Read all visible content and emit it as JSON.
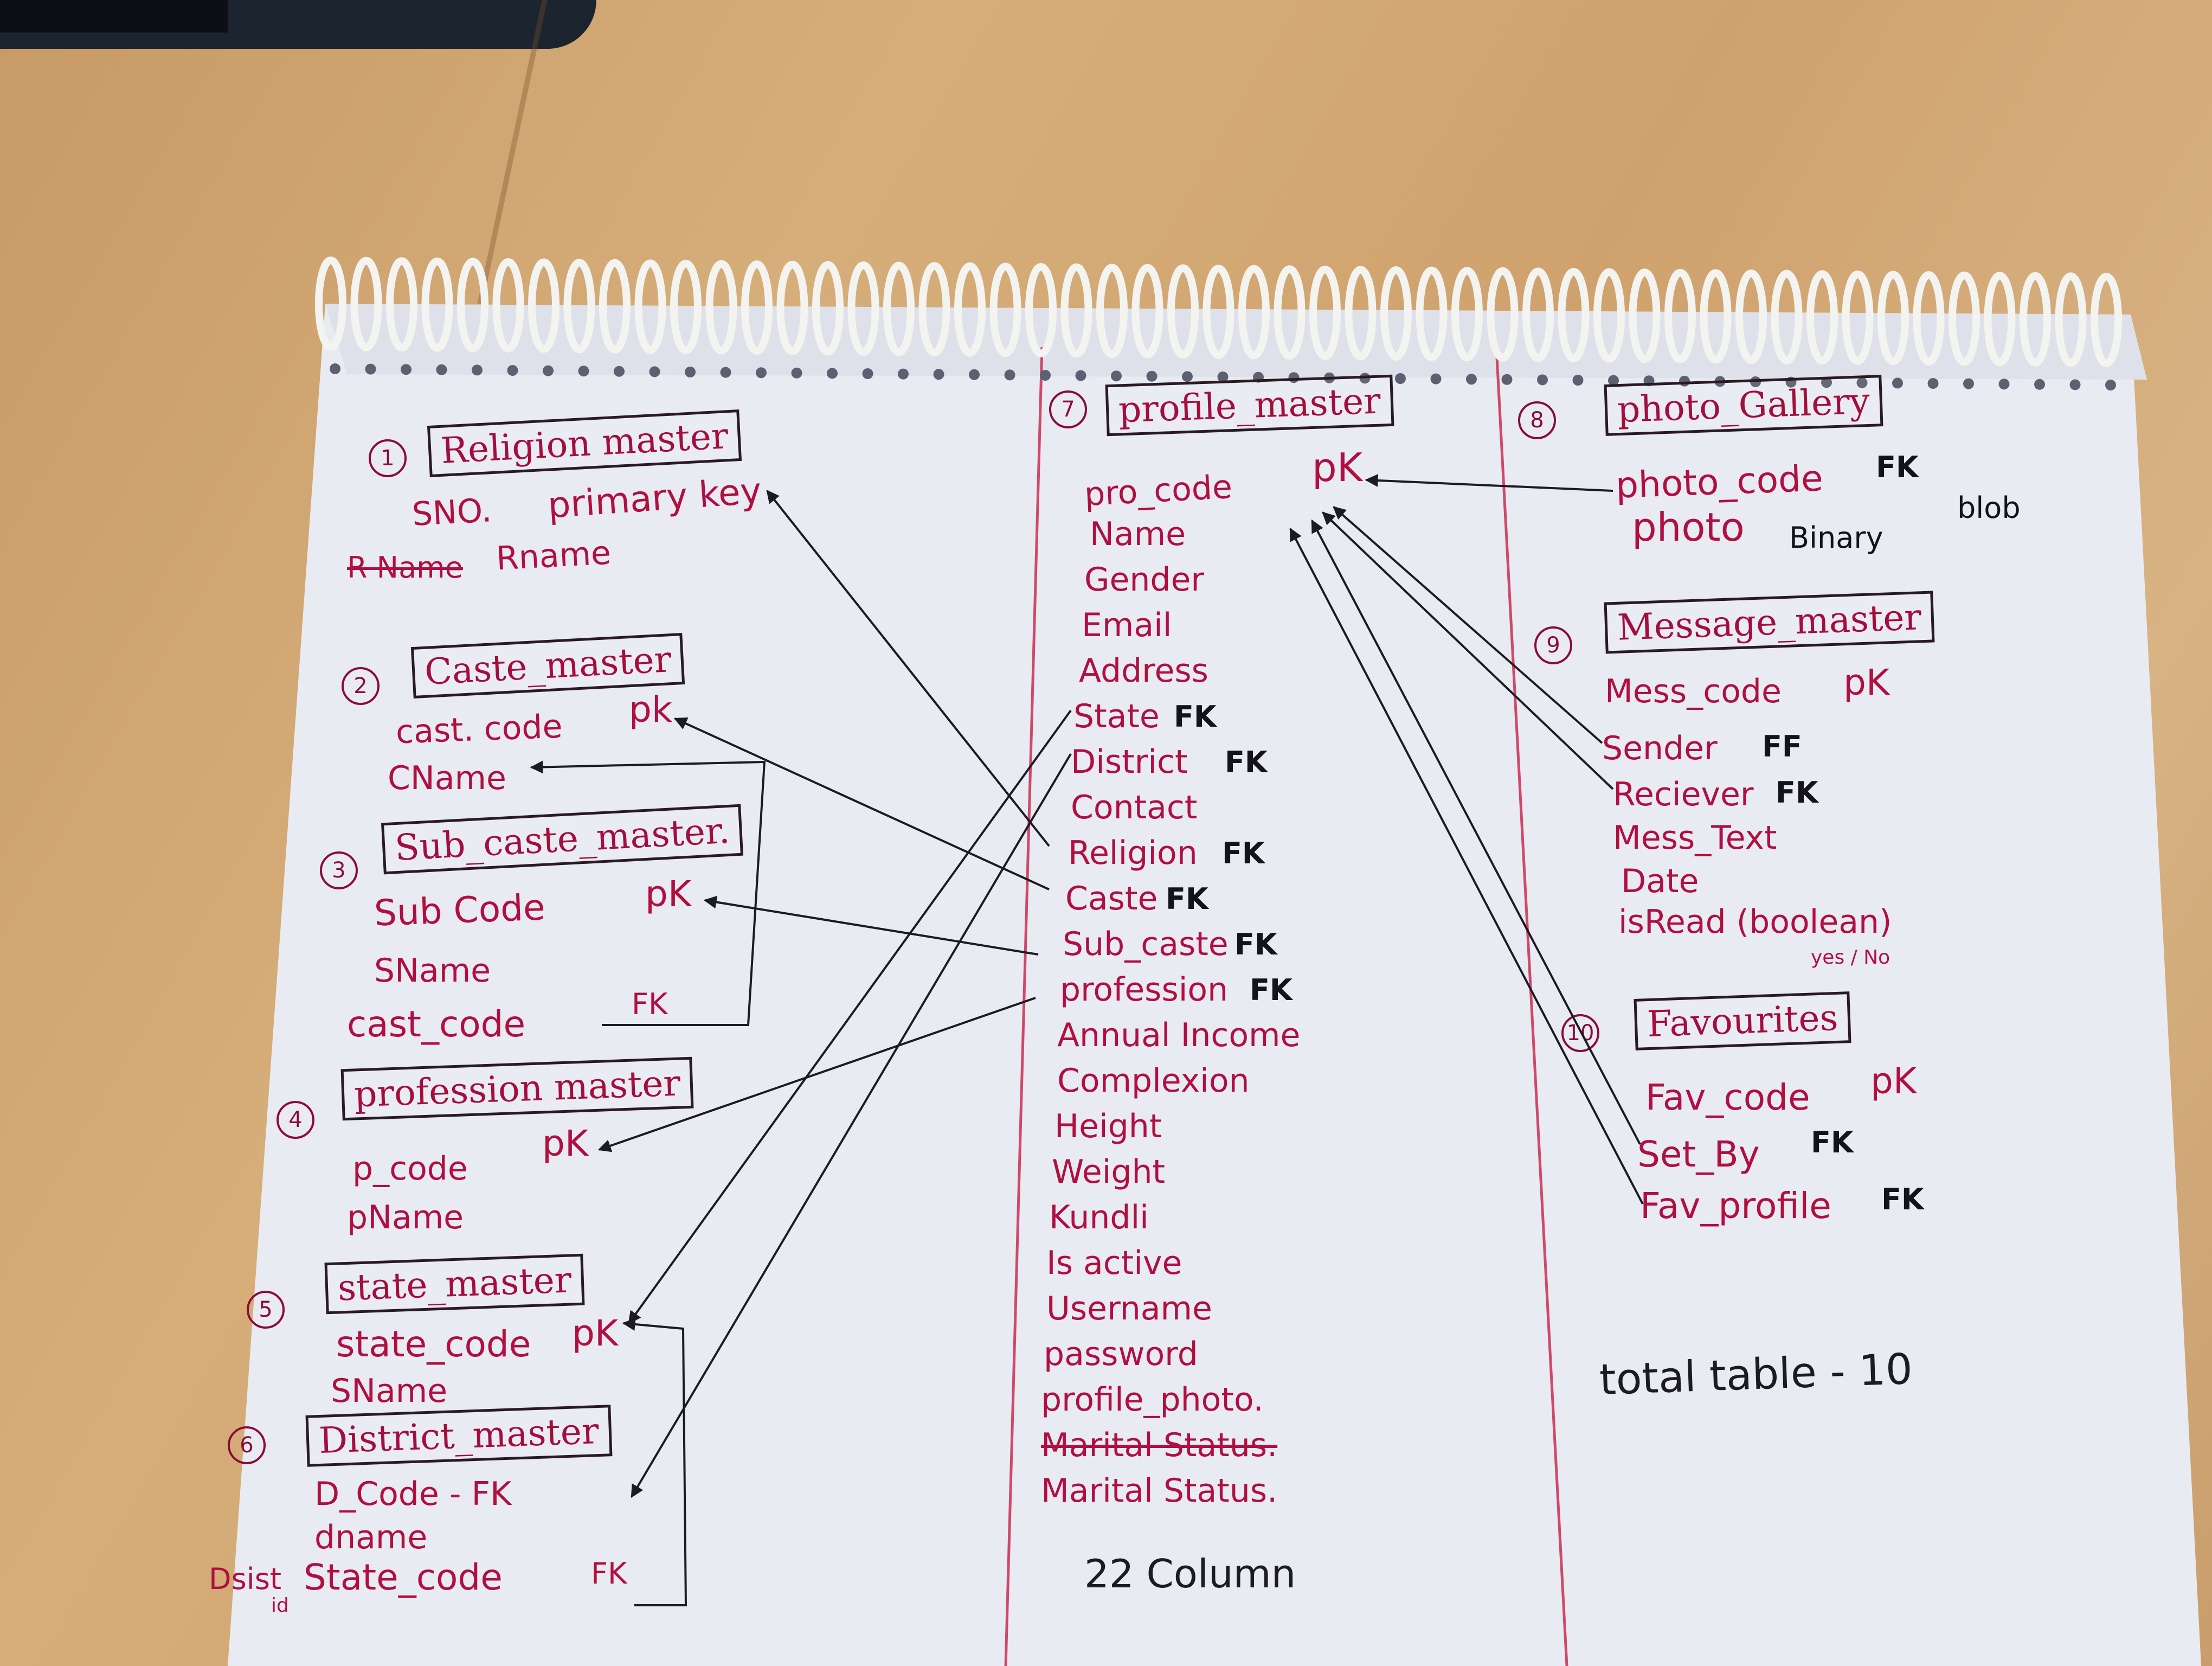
{
  "col_left": {
    "t1": {
      "num": "1",
      "title": "Religion master",
      "fields": [
        {
          "name": "SNO.",
          "key": "primary key"
        },
        {
          "name": "Rname",
          "struck": "R Name"
        }
      ]
    },
    "t2": {
      "num": "2",
      "title": "Caste_master",
      "fields": [
        {
          "name": "cast. code",
          "key": "pk"
        },
        {
          "name": "CName"
        }
      ]
    },
    "t3": {
      "num": "3",
      "title": "Sub_caste_master.",
      "fields": [
        {
          "name": "Sub Code",
          "key": "pK"
        },
        {
          "name": "SName"
        },
        {
          "name": "cast_code",
          "key": "FK"
        }
      ]
    },
    "t4": {
      "num": "4",
      "title": "profession master",
      "fields": [
        {
          "name": "p_code",
          "key": "pK"
        },
        {
          "name": "pName"
        }
      ]
    },
    "t5": {
      "num": "5",
      "title": "state_master",
      "fields": [
        {
          "name": "state_code",
          "key": "pK"
        },
        {
          "name": "SName"
        }
      ]
    },
    "t6": {
      "num": "6",
      "title": "District_master",
      "fields": [
        {
          "name": "D_Code - FK"
        },
        {
          "name": "dname"
        },
        {
          "name": "State_code",
          "key": "FK",
          "prefix": "Dsist",
          "note": "id"
        }
      ]
    }
  },
  "col_mid": {
    "t7": {
      "num": "7",
      "title": "profile_master",
      "fields": [
        {
          "name": "pro_code",
          "key": "pK"
        },
        {
          "name": "Name"
        },
        {
          "name": "Gender"
        },
        {
          "name": "Email"
        },
        {
          "name": "Address"
        },
        {
          "name": "State",
          "key": "FK"
        },
        {
          "name": "District",
          "key": "FK"
        },
        {
          "name": "Contact"
        },
        {
          "name": "Religion",
          "key": "FK"
        },
        {
          "name": "Caste",
          "key": "FK"
        },
        {
          "name": "Sub_caste",
          "key": "FK"
        },
        {
          "name": "profession",
          "key": "FK"
        },
        {
          "name": "Annual Income"
        },
        {
          "name": "Complexion"
        },
        {
          "name": "Height"
        },
        {
          "name": "Weight"
        },
        {
          "name": "Kundli"
        },
        {
          "name": "Is active"
        },
        {
          "name": "Username"
        },
        {
          "name": "password"
        },
        {
          "name": "profile_photo."
        },
        {
          "name": "Marital Status."
        },
        {
          "name": "Marital Status."
        }
      ],
      "footer": "22 Column"
    }
  },
  "col_right": {
    "t8": {
      "num": "8",
      "title": "photo_Gallery",
      "fields": [
        {
          "name": "photo_code",
          "key": "FK"
        },
        {
          "name": "photo",
          "type": "Binary",
          "note": "blob"
        }
      ]
    },
    "t9": {
      "num": "9",
      "title": "Message_master",
      "fields": [
        {
          "name": "Mess_code",
          "key": "pK"
        },
        {
          "name": "Sender",
          "key": "FF"
        },
        {
          "name": "Reciever",
          "key": "FK"
        },
        {
          "name": "Mess_Text"
        },
        {
          "name": "Date"
        },
        {
          "name": "isRead (boolean)",
          "note": "yes / No"
        }
      ]
    },
    "t10": {
      "num": "10",
      "title": "Favourites",
      "fields": [
        {
          "name": "Fav_code",
          "key": "pK"
        },
        {
          "name": "Set_By",
          "key": "FK"
        },
        {
          "name": "Fav_profile",
          "key": "FK"
        }
      ]
    },
    "total": "total table - 10"
  },
  "colors": {
    "ink_red": "#b01040",
    "ink_black": "#15131a",
    "margin_red": "#d0486a",
    "paper": "#eceef6",
    "wood": "#cfa26d"
  }
}
